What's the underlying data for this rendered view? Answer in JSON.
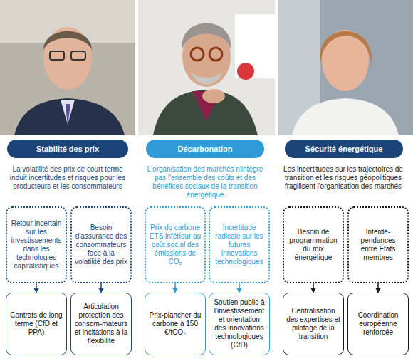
{
  "diagram": {
    "nodes": [
      {
        "text": [
          "Stabilité des prix"
        ]
      },
      {
        "text": [
          "Décarbonation"
        ]
      },
      {
        "text": [
          "Sécurité énergétique"
        ]
      },
      {
        "text": [
          "Retour incertain sur les investissements dans les technologies capitalistiques"
        ]
      },
      {
        "text": [
          "Besoin d'assurance des consommateurs face à la volatilité des prix"
        ]
      },
      {
        "text": [
          "Prix du carbone ETS inférieur au coût social des émissions de CO₂"
        ]
      },
      {
        "text": [
          "Incertitude radicale sur les futures innovations technologiques"
        ]
      },
      {
        "text": [
          "Besoin de programmation du mix énergétique"
        ]
      },
      {
        "text": [
          "Interdé-pendances entre États membres"
        ]
      },
      {
        "text": [
          "Contrats de long terme (CfD et PPA)"
        ]
      },
      {
        "text": [
          "Articulation protection des consom-mateurs et incitations à la flexibilité"
        ]
      },
      {
        "text": [
          "Prix-plancher du carbone à 150 €/tCO₂"
        ]
      },
      {
        "text": [
          "Soutien public à l'investissement et orientation des innovations technologiques (CfD)"
        ]
      },
      {
        "text": [
          "Centralisation des expertises et pilotage de la transition"
        ]
      },
      {
        "text": [
          "Coordination européenne renforcée"
        ]
      }
    ],
    "edges": [
      {
        "from": 3,
        "to": 9,
        "arrow": "to"
      },
      {
        "from": 4,
        "to": 10,
        "arrow": "to"
      },
      {
        "from": 5,
        "to": 11,
        "arrow": "to"
      },
      {
        "from": 6,
        "to": 12,
        "arrow": "to"
      },
      {
        "from": 7,
        "to": 13,
        "arrow": "to"
      },
      {
        "from": 8,
        "to": 14,
        "arrow": "to"
      }
    ],
    "labels": [
      "La volatilité des prix de court terme induit incertitudes et risques pour les producteurs et les consommateurs",
      "L'organisation des marchés n'intègre pas l'ensemble des coûts et des bénéfices sociaux de la transition énergétique",
      "Les incertitudes sur les trajectoires de transition et les risques géopolitiques fragilisent l'organisation des marchés"
    ]
  }
}
